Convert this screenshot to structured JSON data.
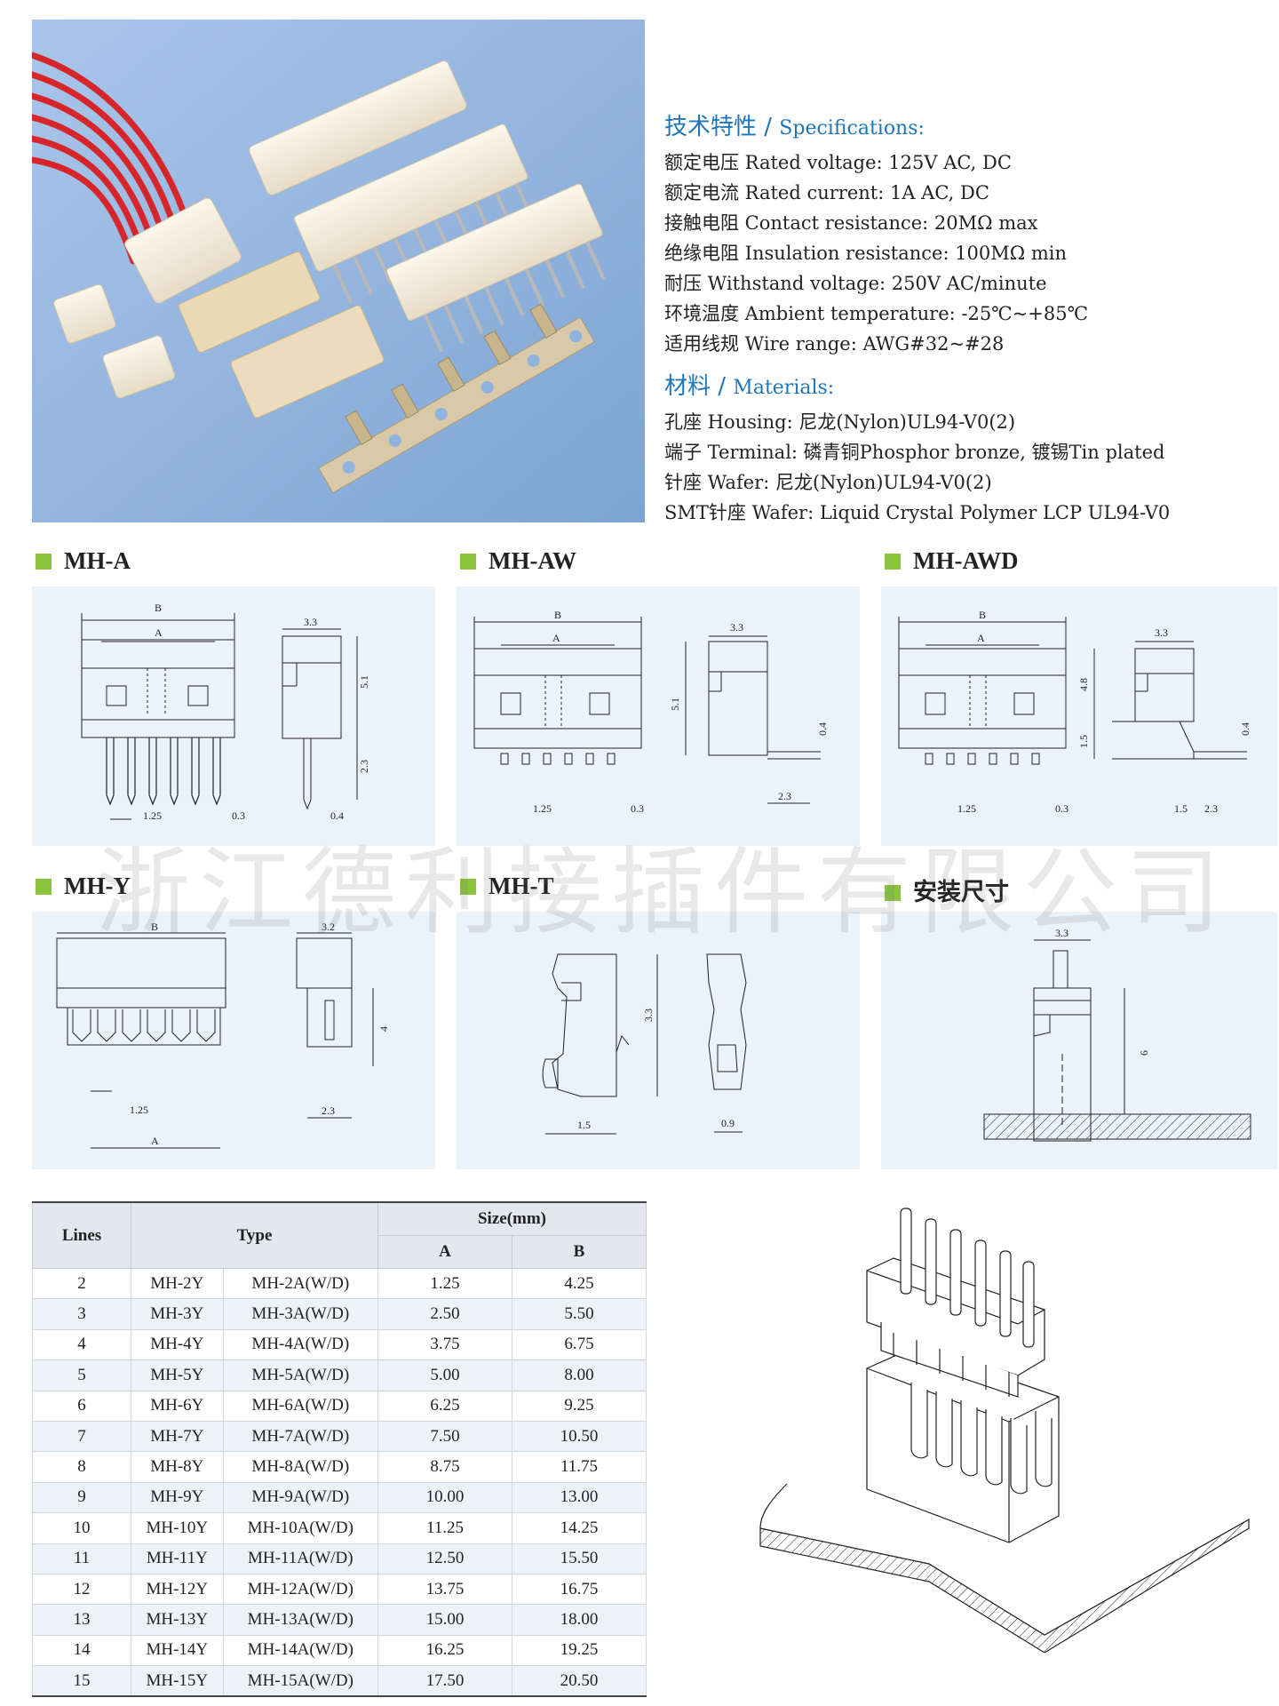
{
  "specifications": {
    "heading_cn": "技术特性 /",
    "heading_en": "Specifications:",
    "lines": [
      "额定电压 Rated voltage: 125V AC, DC",
      "额定电流 Rated current: 1A AC, DC",
      "接触电阻 Contact resistance: 20MΩ max",
      "绝缘电阻 Insulation resistance: 100MΩ min",
      "耐压 Withstand voltage: 250V AC/minute",
      "环境温度 Ambient temperature: -25℃~+85℃",
      "适用线规 Wire range: AWG#32~#28"
    ]
  },
  "materials": {
    "heading_cn": "材料 /",
    "heading_en": "Materials:",
    "lines": [
      "孔座 Housing: 尼龙(Nylon)UL94-V0(2)",
      "端子 Terminal: 磷青铜Phosphor bronze, 镀锡Tin plated",
      "针座 Wafer: 尼龙(Nylon)UL94-V0(2)",
      "SMT针座 Wafer: Liquid Crystal Polymer LCP UL94-V0"
    ]
  },
  "sections": {
    "mh_a": "MH-A",
    "mh_aw": "MH-AW",
    "mh_awd": "MH-AWD",
    "mh_y": "MH-Y",
    "mh_t": "MH-T",
    "install": "安装尺寸"
  },
  "dims": {
    "a": {
      "B": "B",
      "A": "A",
      "w": "3.3",
      "h1": "5.1",
      "h2": "2.3",
      "p": "1.25",
      "t": "0.3",
      "t2": "0.4"
    },
    "aw": {
      "B": "B",
      "A": "A",
      "w": "3.3",
      "h1": "5.1",
      "t3": "0.4",
      "p": "1.25",
      "t": "0.3",
      "l": "2.3"
    },
    "awd": {
      "B": "B",
      "A": "A",
      "w": "3.3",
      "h1": "4.8",
      "h2": "1.5",
      "t3": "0.4",
      "p": "1.25",
      "t": "0.3",
      "l1": "1.5",
      "l2": "2.3"
    },
    "y": {
      "B": "B",
      "A": "A",
      "w": "3.2",
      "h": "4",
      "p": "1.25",
      "l": "2.3"
    },
    "t": {
      "h": "3.3",
      "w1": "1.5",
      "w2": "0.9"
    },
    "install": {
      "w": "3.3",
      "h": "6"
    }
  },
  "watermark": "浙江德利接插件有限公司",
  "table": {
    "headers": {
      "lines": "Lines",
      "type": "Type",
      "size": "Size(mm)",
      "a": "A",
      "b": "B"
    },
    "rows": [
      {
        "lines": "2",
        "y": "MH-2Y",
        "a_type": "MH-2A(W/D)",
        "a": "1.25",
        "b": "4.25"
      },
      {
        "lines": "3",
        "y": "MH-3Y",
        "a_type": "MH-3A(W/D)",
        "a": "2.50",
        "b": "5.50"
      },
      {
        "lines": "4",
        "y": "MH-4Y",
        "a_type": "MH-4A(W/D)",
        "a": "3.75",
        "b": "6.75"
      },
      {
        "lines": "5",
        "y": "MH-5Y",
        "a_type": "MH-5A(W/D)",
        "a": "5.00",
        "b": "8.00"
      },
      {
        "lines": "6",
        "y": "MH-6Y",
        "a_type": "MH-6A(W/D)",
        "a": "6.25",
        "b": "9.25"
      },
      {
        "lines": "7",
        "y": "MH-7Y",
        "a_type": "MH-7A(W/D)",
        "a": "7.50",
        "b": "10.50"
      },
      {
        "lines": "8",
        "y": "MH-8Y",
        "a_type": "MH-8A(W/D)",
        "a": "8.75",
        "b": "11.75"
      },
      {
        "lines": "9",
        "y": "MH-9Y",
        "a_type": "MH-9A(W/D)",
        "a": "10.00",
        "b": "13.00"
      },
      {
        "lines": "10",
        "y": "MH-10Y",
        "a_type": "MH-10A(W/D)",
        "a": "11.25",
        "b": "14.25"
      },
      {
        "lines": "11",
        "y": "MH-11Y",
        "a_type": "MH-11A(W/D)",
        "a": "12.50",
        "b": "15.50"
      },
      {
        "lines": "12",
        "y": "MH-12Y",
        "a_type": "MH-12A(W/D)",
        "a": "13.75",
        "b": "16.75"
      },
      {
        "lines": "13",
        "y": "MH-13Y",
        "a_type": "MH-13A(W/D)",
        "a": "15.00",
        "b": "18.00"
      },
      {
        "lines": "14",
        "y": "MH-14Y",
        "a_type": "MH-14A(W/D)",
        "a": "16.25",
        "b": "19.25"
      },
      {
        "lines": "15",
        "y": "MH-15Y",
        "a_type": "MH-15A(W/D)",
        "a": "17.50",
        "b": "20.50"
      }
    ]
  },
  "colors": {
    "heading_blue": "#1f76b8",
    "accent_green": "#8bc53f",
    "panel_bg": "#eaf2fa",
    "photo_bg": "#8fb3de"
  }
}
